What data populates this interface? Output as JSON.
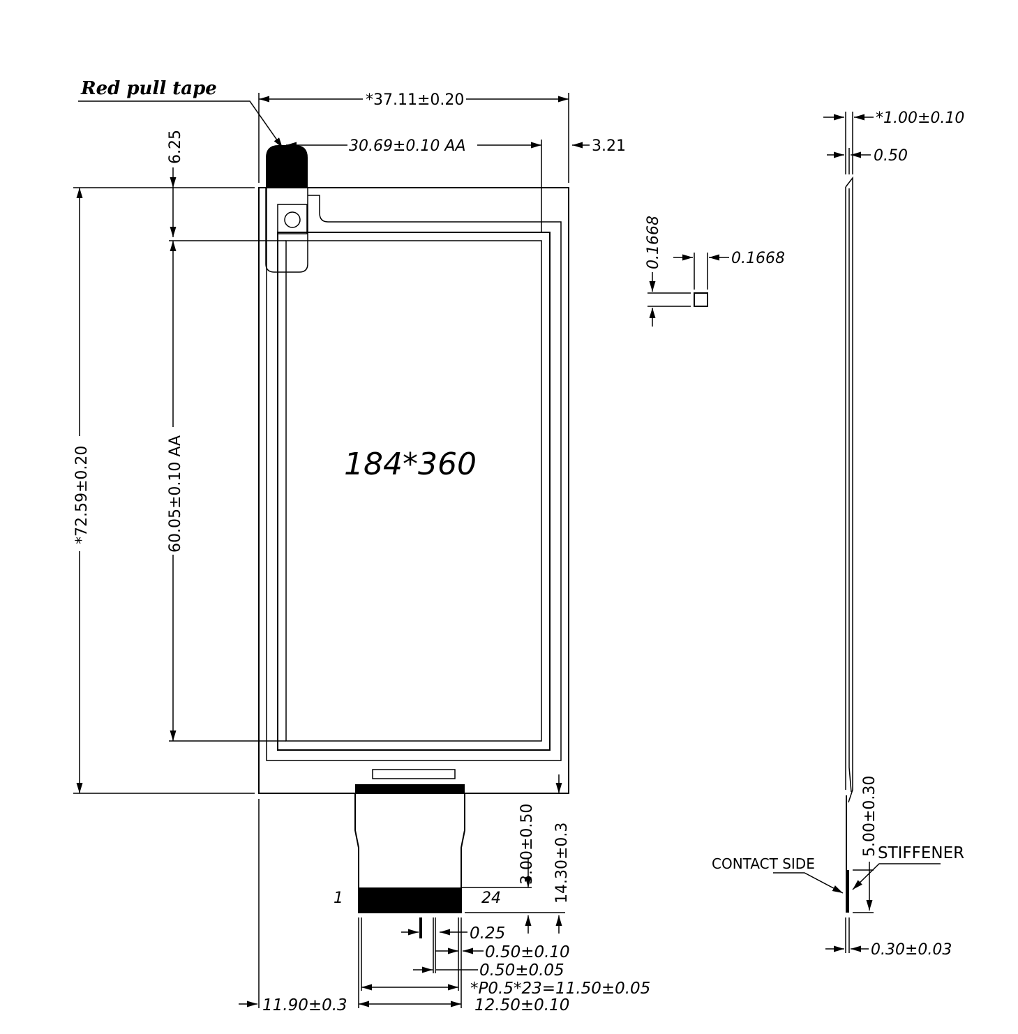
{
  "title_label": "Red pull tape",
  "resolution": "184*360",
  "front_view": {
    "width_outline": "*37.11±0.20",
    "width_active": "30.69±0.10  AA",
    "right_margin": "3.21",
    "top_margin": "6.25",
    "height_outline": "*72.59±0.20",
    "height_active": "60.05±0.10  AA",
    "fpc_bend": "3.00±0.50",
    "fpc_length": "14.30±0.3",
    "pin_first": "1",
    "pin_last": "24",
    "pin_width": "0.25",
    "pin_gap": "0.50±0.10",
    "pin_pitch": "0.50±0.05",
    "pitch_total": "*P0.5*23=11.50±0.05",
    "fpc_offset": "11.90±0.3",
    "fpc_width": "12.50±0.10"
  },
  "pixel_detail": {
    "pixel_height": "0.1668",
    "pixel_width": "0.1668"
  },
  "side_view": {
    "thickness": "*1.00±0.10",
    "glass": "0.50",
    "stiffener_length": "5.00±0.30",
    "stiffener_label": "STIFFENER",
    "contact_label": "CONTACT  SIDE",
    "fpc_thickness": "0.30±0.03"
  }
}
